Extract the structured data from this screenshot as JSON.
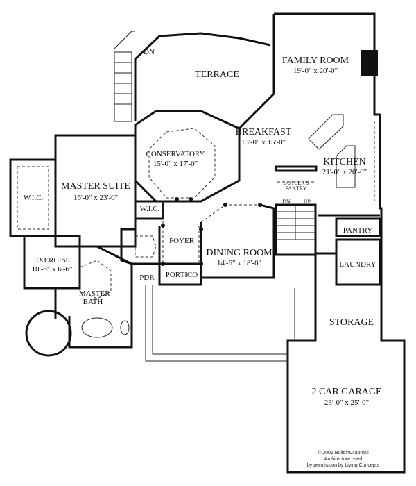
{
  "rooms": {
    "terrace": {
      "name": "TERRACE"
    },
    "family_room": {
      "name": "FAMILY ROOM",
      "size": "19'-0\" x 20'-0\""
    },
    "breakfast": {
      "name": "BREAKFAST",
      "size": "13'-0\" x 15'-0\""
    },
    "conservatory": {
      "name": "CONSERVATORY",
      "size": "15'-0\" x 17'-0\""
    },
    "kitchen": {
      "name": "KITCHEN",
      "size": "21'-0\" x 20'-0\""
    },
    "butlers_pantry": {
      "name": "BUTLER'S PANTRY"
    },
    "master_suite": {
      "name": "MASTER SUITE",
      "size": "16'-0\" x 23'-0\""
    },
    "wic_master": {
      "name": "W.I.C."
    },
    "wic_small": {
      "name": "W.I.C."
    },
    "exercise": {
      "name": "EXERCISE",
      "size": "10'-6\" x 6'-6\""
    },
    "master_bath": {
      "name": "MASTER BATH"
    },
    "foyer": {
      "name": "FOYER"
    },
    "pdr": {
      "name": "PDR"
    },
    "portico": {
      "name": "PORTICO"
    },
    "dining_room": {
      "name": "DINING ROOM",
      "size": "14'-6\" x 18'-0\""
    },
    "pantry": {
      "name": "PANTRY"
    },
    "laundry": {
      "name": "LAUNDRY"
    },
    "storage": {
      "name": "STORAGE"
    },
    "garage": {
      "name": "2 CAR GARAGE",
      "size": "23'-0\" x 25'-0\""
    }
  },
  "stairs": {
    "terrace_dn": "DN",
    "main_dn": "DN",
    "main_up": "UP"
  },
  "copyright": {
    "line1": "© 2001 BuildinGraphics Architecture used",
    "line2": "by permission by Living Concepts"
  }
}
